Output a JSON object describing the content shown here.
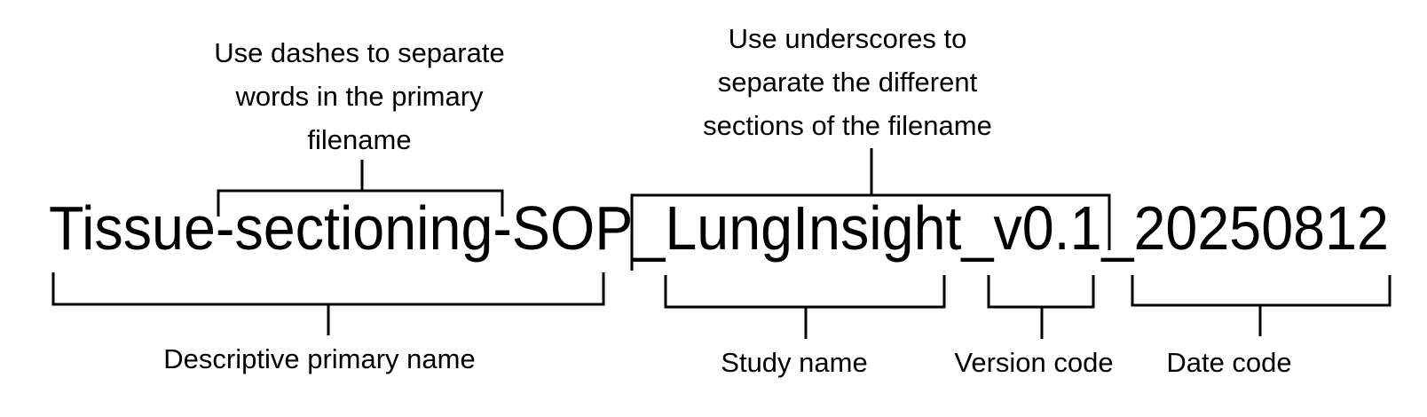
{
  "filename": {
    "descriptive_primary_name": "Tissue-sectioning-SOP",
    "sep_1": "_",
    "study_name": "LungInsight",
    "sep_2": "_",
    "version_code": "v0.1",
    "sep_3": "_",
    "date_code": "20250812"
  },
  "annotations": {
    "dashes_note": [
      "Use dashes to separate",
      "words in the primary",
      "filename"
    ],
    "underscores_note": [
      "Use underscores to",
      "separate the different",
      "sections of the filename"
    ]
  },
  "labels": {
    "descriptive": "Descriptive primary name",
    "study": "Study name",
    "version": "Version code",
    "date": "Date code"
  }
}
